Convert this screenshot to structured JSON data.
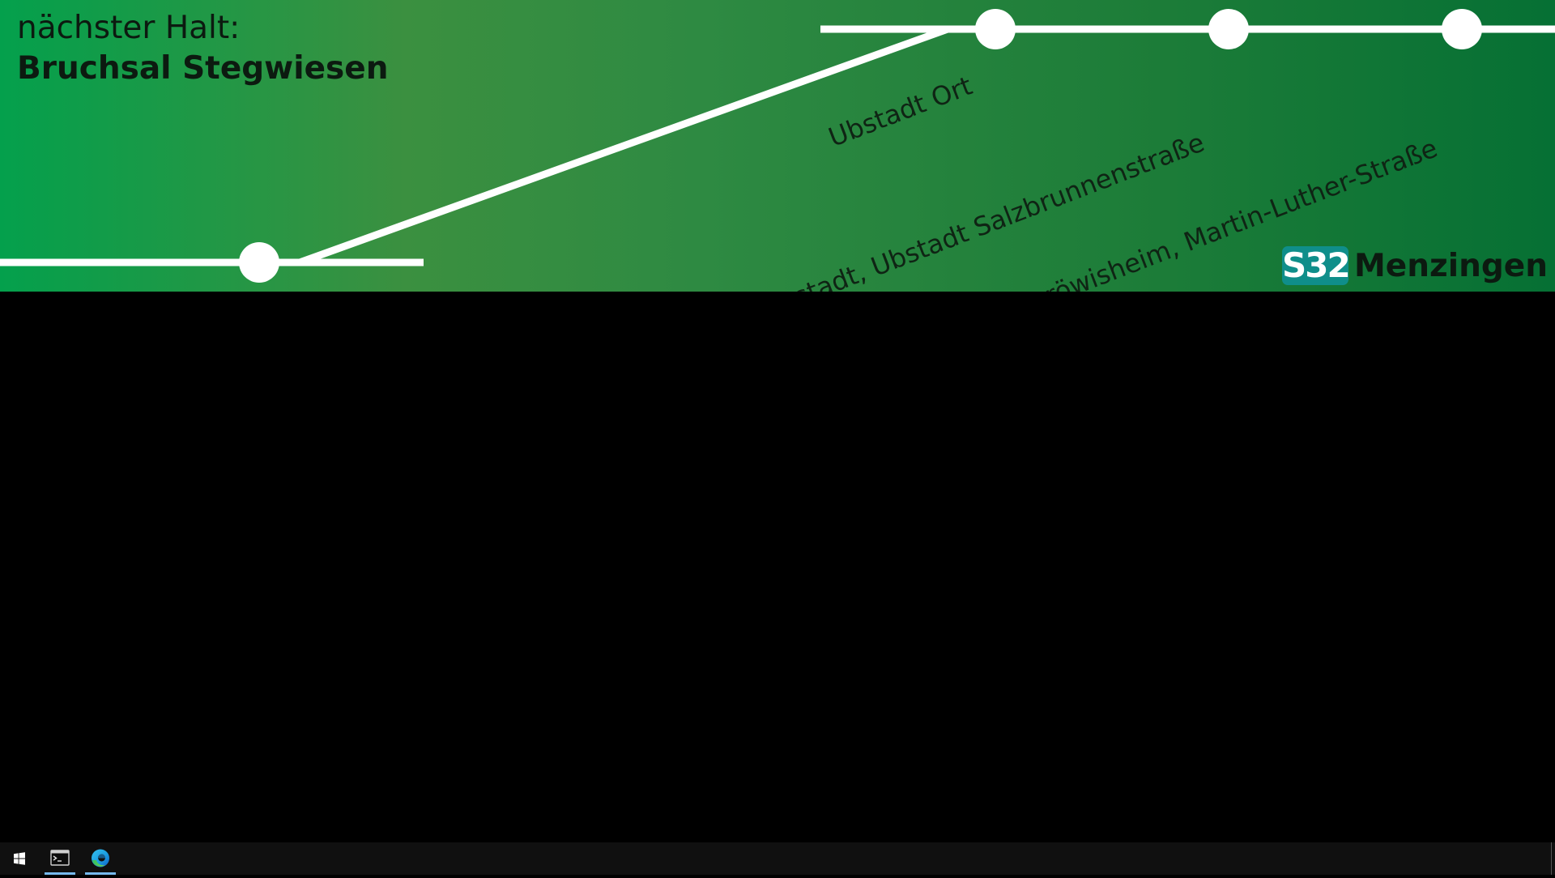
{
  "display": {
    "next_stop_label": "nächster Halt:",
    "next_stop_name": "Bruchsal Stegwiesen",
    "upcoming_stops": [
      "Ubstadt Ort",
      "Ubstadt, Ubstadt Salzbrunnenstraße",
      "Unteröwisheim, Martin-Luther-Straße"
    ],
    "line": "S32",
    "destination": "Menzingen"
  },
  "colors": {
    "banner_start": "#04a04c",
    "banner_end": "#067034",
    "line_badge": "#0f8e8a",
    "route_line": "#ffffff"
  },
  "taskbar": {
    "items": [
      {
        "name": "start",
        "icon": "windows-start-icon"
      },
      {
        "name": "terminal",
        "icon": "terminal-icon",
        "active": true
      },
      {
        "name": "edge",
        "icon": "edge-browser-icon",
        "active": true
      }
    ]
  }
}
